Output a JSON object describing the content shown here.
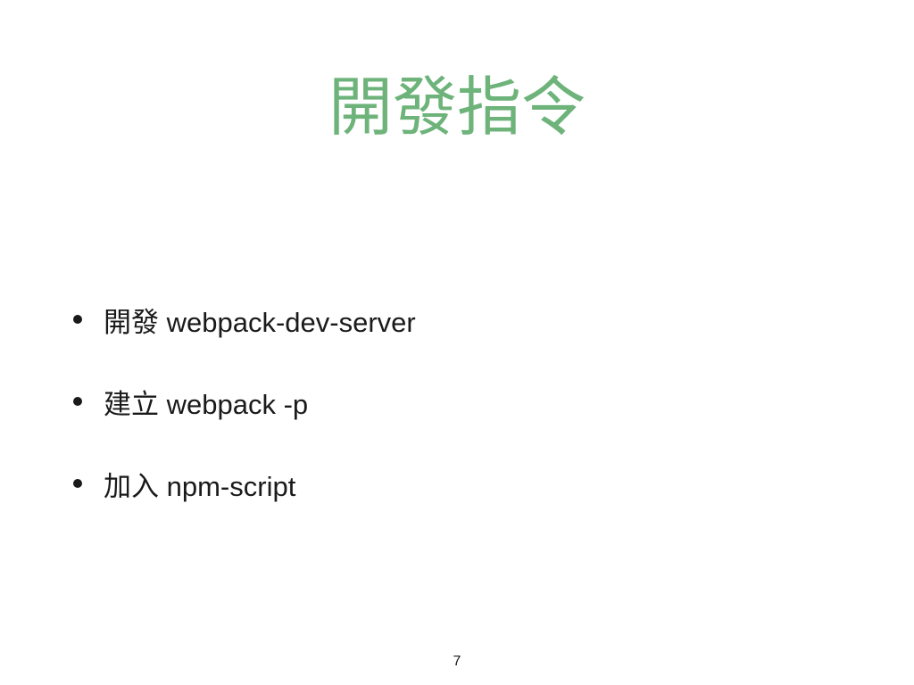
{
  "slide": {
    "title": "開發指令",
    "bullets": [
      "開發 webpack-dev-server",
      "建立 webpack -p",
      "加入 npm-script"
    ],
    "page_number": "7"
  },
  "colors": {
    "title": "#6db37a",
    "text": "#1a1a1a",
    "background": "#ffffff"
  }
}
